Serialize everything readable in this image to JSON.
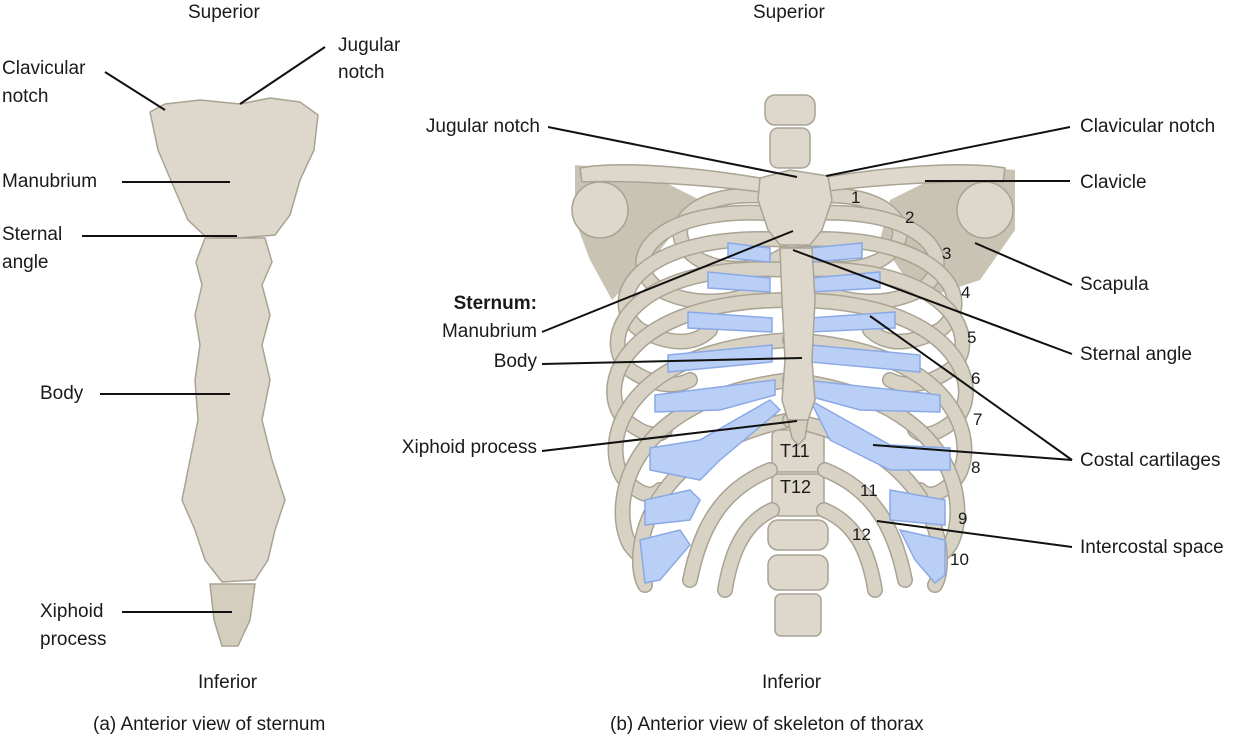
{
  "panel_a": {
    "superior": "Superior",
    "inferior": "Inferior",
    "caption": "(a) Anterior view of sternum",
    "labels": {
      "clavicular_notch_1": "Clavicular",
      "clavicular_notch_2": "notch",
      "jugular_notch_1": "Jugular",
      "jugular_notch_2": "notch",
      "manubrium": "Manubrium",
      "sternal_angle_1": "Sternal",
      "sternal_angle_2": "angle",
      "body": "Body",
      "xiphoid_1": "Xiphoid",
      "xiphoid_2": "process"
    }
  },
  "panel_b": {
    "superior": "Superior",
    "inferior": "Inferior",
    "caption": "(b) Anterior view of skeleton of thorax",
    "left_labels": {
      "jugular_notch": "Jugular notch",
      "sternum_heading": "Sternum:",
      "manubrium": "Manubrium",
      "body": "Body",
      "xiphoid": "Xiphoid process"
    },
    "right_labels": {
      "clavicular_notch": "Clavicular notch",
      "clavicle": "Clavicle",
      "scapula": "Scapula",
      "sternal_angle": "Sternal angle",
      "costal_cartilages": "Costal cartilages",
      "intercostal_space": "Intercostal space"
    },
    "rib_numbers": [
      "1",
      "2",
      "3",
      "4",
      "5",
      "6",
      "7",
      "8",
      "9",
      "10",
      "11",
      "12"
    ],
    "vertebrae": [
      "T11",
      "T12"
    ]
  },
  "colors": {
    "bone": "#ddd8cb",
    "cartilage": "#b9cff5",
    "leader": "#111111"
  }
}
